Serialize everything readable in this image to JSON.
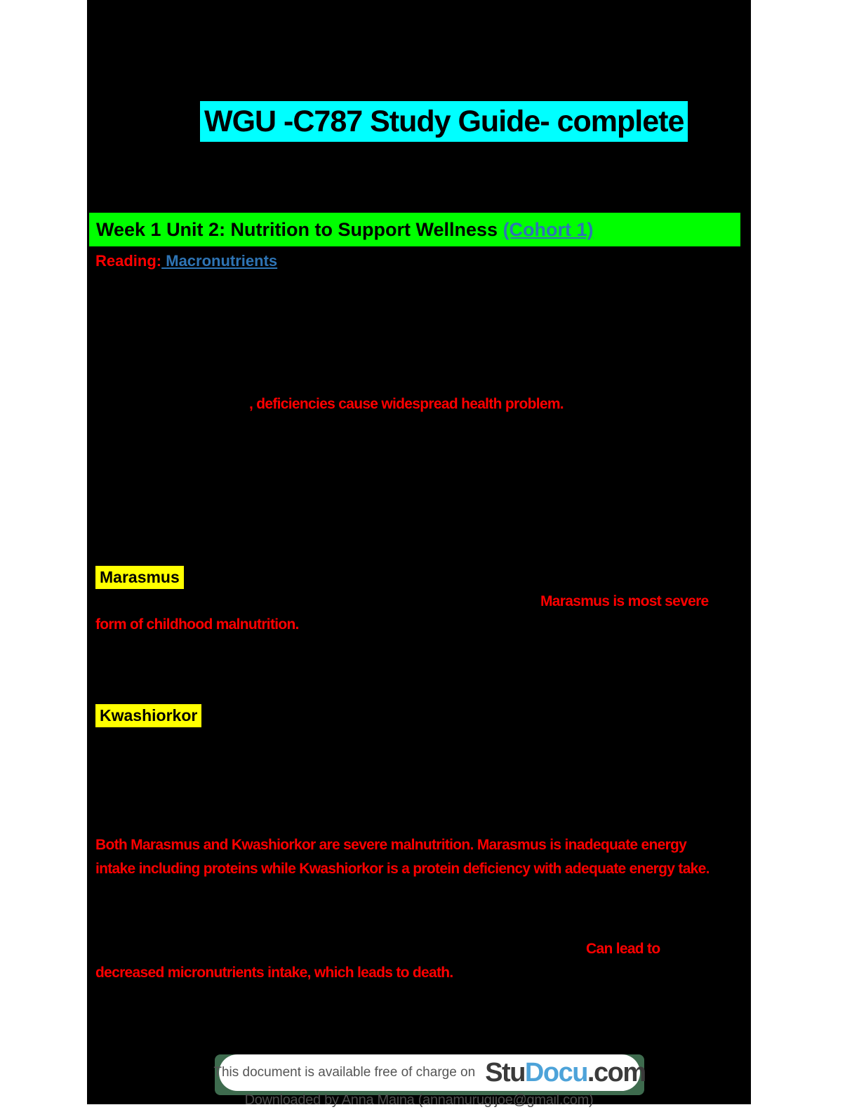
{
  "doc": {
    "title": "WGU -C787 Study Guide- complete",
    "section_header": {
      "text": "Week 1 Unit 2: Nutrition to Support Wellness ",
      "link": "(Cohort 1)"
    },
    "reading": {
      "label": "Reading:",
      "link": " Macronutrients"
    },
    "body": {
      "deficiencies_line": ", deficiencies cause widespread health problem.",
      "marasmus_heading": "Marasmus",
      "marasmus_line1": "Marasmus is most severe",
      "marasmus_line2": "form of childhood malnutrition.",
      "kwashiorkor_heading": "Kwashiorkor",
      "both_line1": "Both Marasmus and Kwashiorkor are severe malnutrition. Marasmus is inadequate energy",
      "both_line2": "intake including proteins while Kwashiorkor is a protein deficiency with adequate energy take.",
      "canlead_line1": "Can lead to",
      "canlead_line2": "decreased micronutrients intake, which leads to death."
    },
    "footer": {
      "banner_text": "This document is available free of charge on",
      "logo": {
        "part1": "Stu",
        "part2": "Docu",
        "part3": ".com"
      },
      "downloaded_by": "Downloaded by Anna Maina (annamurugijoe@gmail.com)"
    },
    "colors": {
      "title_highlight": "#00ffff",
      "section_highlight": "#00ff00",
      "term_highlight": "#ffff00",
      "body_text_red": "#ff0000",
      "link_blue": "#2e74b5",
      "studocu_blue": "#4da3d9",
      "studocu_dark": "#3b3b3b",
      "banner_green": "#3e6b4e"
    }
  }
}
